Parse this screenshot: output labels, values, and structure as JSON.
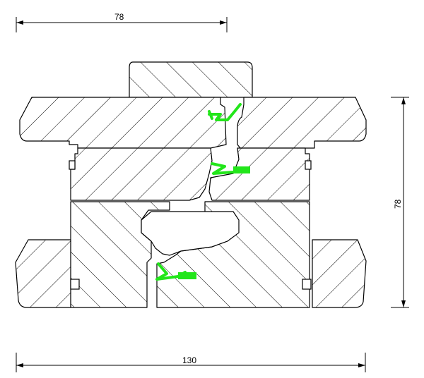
{
  "dimensions": {
    "top_width": "78",
    "right_height": "78",
    "bottom_width": "130"
  },
  "colors": {
    "hatch": "#000000",
    "seal": "#22e61a",
    "background": "#ffffff"
  }
}
